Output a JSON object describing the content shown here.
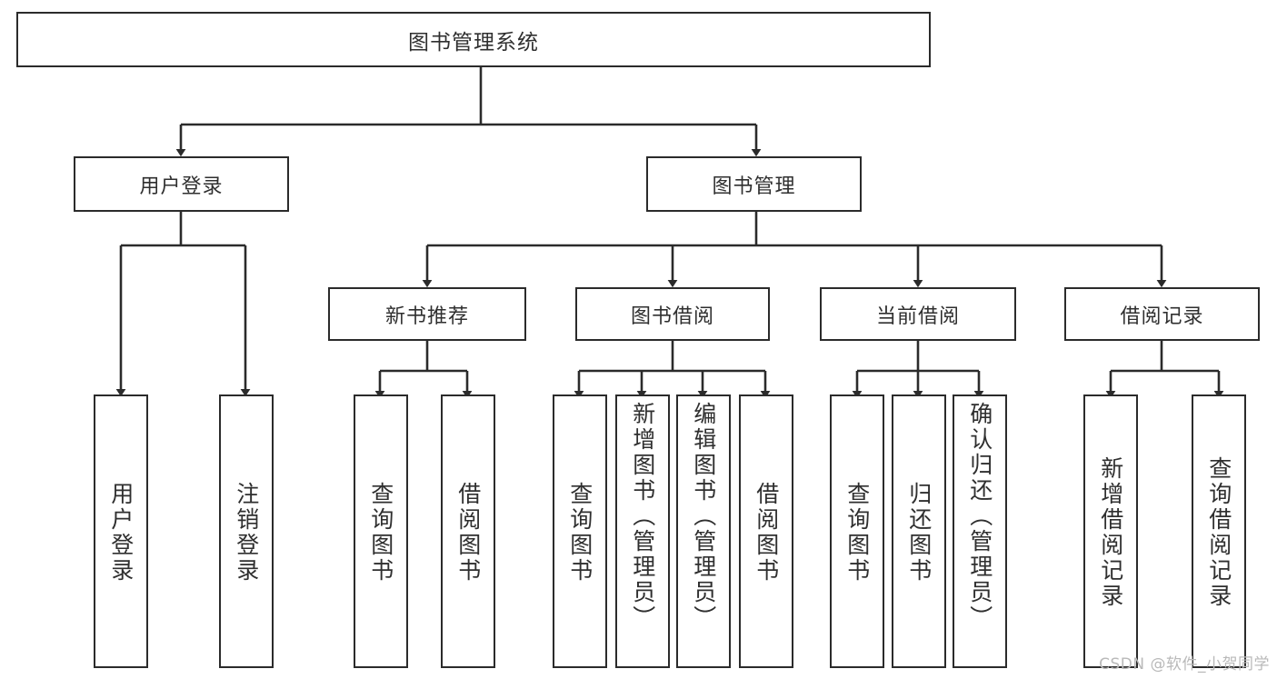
{
  "diagram": {
    "type": "tree-hierarchy",
    "title_node": {
      "label": "图书管理系统"
    },
    "level2": [
      {
        "id": "user-login",
        "label": "用户登录"
      },
      {
        "id": "book-management",
        "label": "图书管理"
      }
    ],
    "level3": [
      {
        "id": "new-book-recommend",
        "label": "新书推荐",
        "parent": "book-management"
      },
      {
        "id": "book-borrow",
        "label": "图书借阅",
        "parent": "book-management"
      },
      {
        "id": "current-borrow",
        "label": "当前借阅",
        "parent": "book-management"
      },
      {
        "id": "borrow-record",
        "label": "借阅记录",
        "parent": "book-management"
      }
    ],
    "leaves": [
      {
        "id": "leaf-user-login",
        "label": "用户登录",
        "parent": "user-login"
      },
      {
        "id": "leaf-logout",
        "label": "注销登录",
        "parent": "user-login"
      },
      {
        "id": "leaf-query-book-1",
        "label": "查询图书",
        "parent": "new-book-recommend"
      },
      {
        "id": "leaf-borrow-book-1",
        "label": "借阅图书",
        "parent": "new-book-recommend"
      },
      {
        "id": "leaf-query-book-2",
        "label": "查询图书",
        "parent": "book-borrow"
      },
      {
        "id": "leaf-add-book",
        "label": "新增图书（管理员）",
        "parent": "book-borrow"
      },
      {
        "id": "leaf-edit-book",
        "label": "编辑图书（管理员）",
        "parent": "book-borrow"
      },
      {
        "id": "leaf-borrow-book-2",
        "label": "借阅图书",
        "parent": "book-borrow"
      },
      {
        "id": "leaf-query-book-3",
        "label": "查询图书",
        "parent": "current-borrow"
      },
      {
        "id": "leaf-return-book",
        "label": "归还图书",
        "parent": "current-borrow"
      },
      {
        "id": "leaf-confirm-return",
        "label": "确认归还（管理员）",
        "parent": "current-borrow"
      },
      {
        "id": "leaf-add-record",
        "label": "新增借阅记录",
        "parent": "borrow-record"
      },
      {
        "id": "leaf-query-record",
        "label": "查询借阅记录",
        "parent": "borrow-record"
      }
    ],
    "colors": {
      "stroke": "#2b2b2b",
      "fill": "#ffffff",
      "text": "#2f2f2f",
      "watermark": "#b9b9b9"
    }
  },
  "watermark": {
    "text": "CSDN @软件_小贺同学"
  }
}
